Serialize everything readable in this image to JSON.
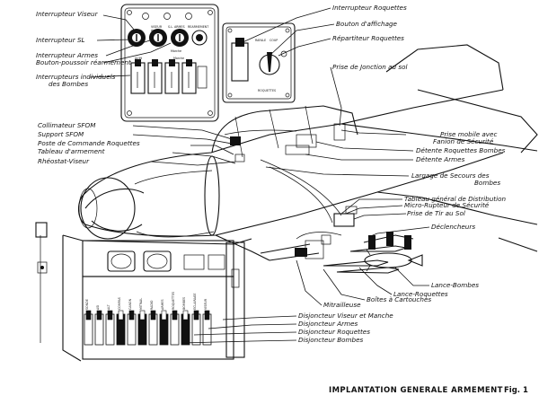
{
  "caption": {
    "title": "IMPLANTATION GENERALE ARMEMENT",
    "figure": "Fig. 1"
  },
  "labels_top_left": [
    "Interrupteur Viseur",
    "Interrupteur SL",
    "Interrupteur Armes",
    "Bouton-poussoir réarmement",
    "Interrupteurs individuels",
    "des Bombes"
  ],
  "labels_top_right": [
    "Interrupteur Roquettes",
    "Bouton d'affichage",
    "Répartiteur Roquettes",
    "Prise de Jonction au sol"
  ],
  "labels_cockpit_left": [
    "Collimateur SFOM",
    "Support SFOM",
    "Poste de Commande Roquettes",
    "Tableau d'armement",
    "Rhéostat-Viseur"
  ],
  "labels_right": [
    "Prise mobile avec",
    "Fanion de Sécurité",
    "Détente Roquettes Bombes",
    "Détente Armes",
    "Largage de Secours des",
    "Bombes",
    "Tableau général de Distribution",
    "Micro-Rupteur de Sécurité",
    "Prise de Tir au Sol",
    "Déclencheurs"
  ],
  "labels_stores": [
    "Lance-Bombes",
    "Lance-Roquettes",
    "Boîtes à Cartouches",
    "Mitrailleuse"
  ],
  "labels_breakers": [
    "Disjoncteur Viseur et Manche",
    "Disjoncteur Armes",
    "Disjoncteur Roquettes",
    "Disjoncteur Bombes"
  ],
  "panel_switch_labels": [
    "VISEUR",
    "S.L.",
    "ARMES",
    "REARMEMENT"
  ],
  "panel_switch_sublabels": [
    "Arrêt",
    "Marche",
    "Arrêt",
    "Marche"
  ],
  "rocket_panel_labels": [
    "RAFALE",
    "COUP",
    "ROQUETTES"
  ],
  "breaker_panel_labels": [
    "SONDE",
    "ASI",
    "ALT",
    "COMPAS",
    "CANON",
    "MITRAIL",
    "RADIO",
    "ARMES",
    "ROQUETTES",
    "BOMBES",
    "ECLAIRAGE",
    "VISEUR"
  ]
}
